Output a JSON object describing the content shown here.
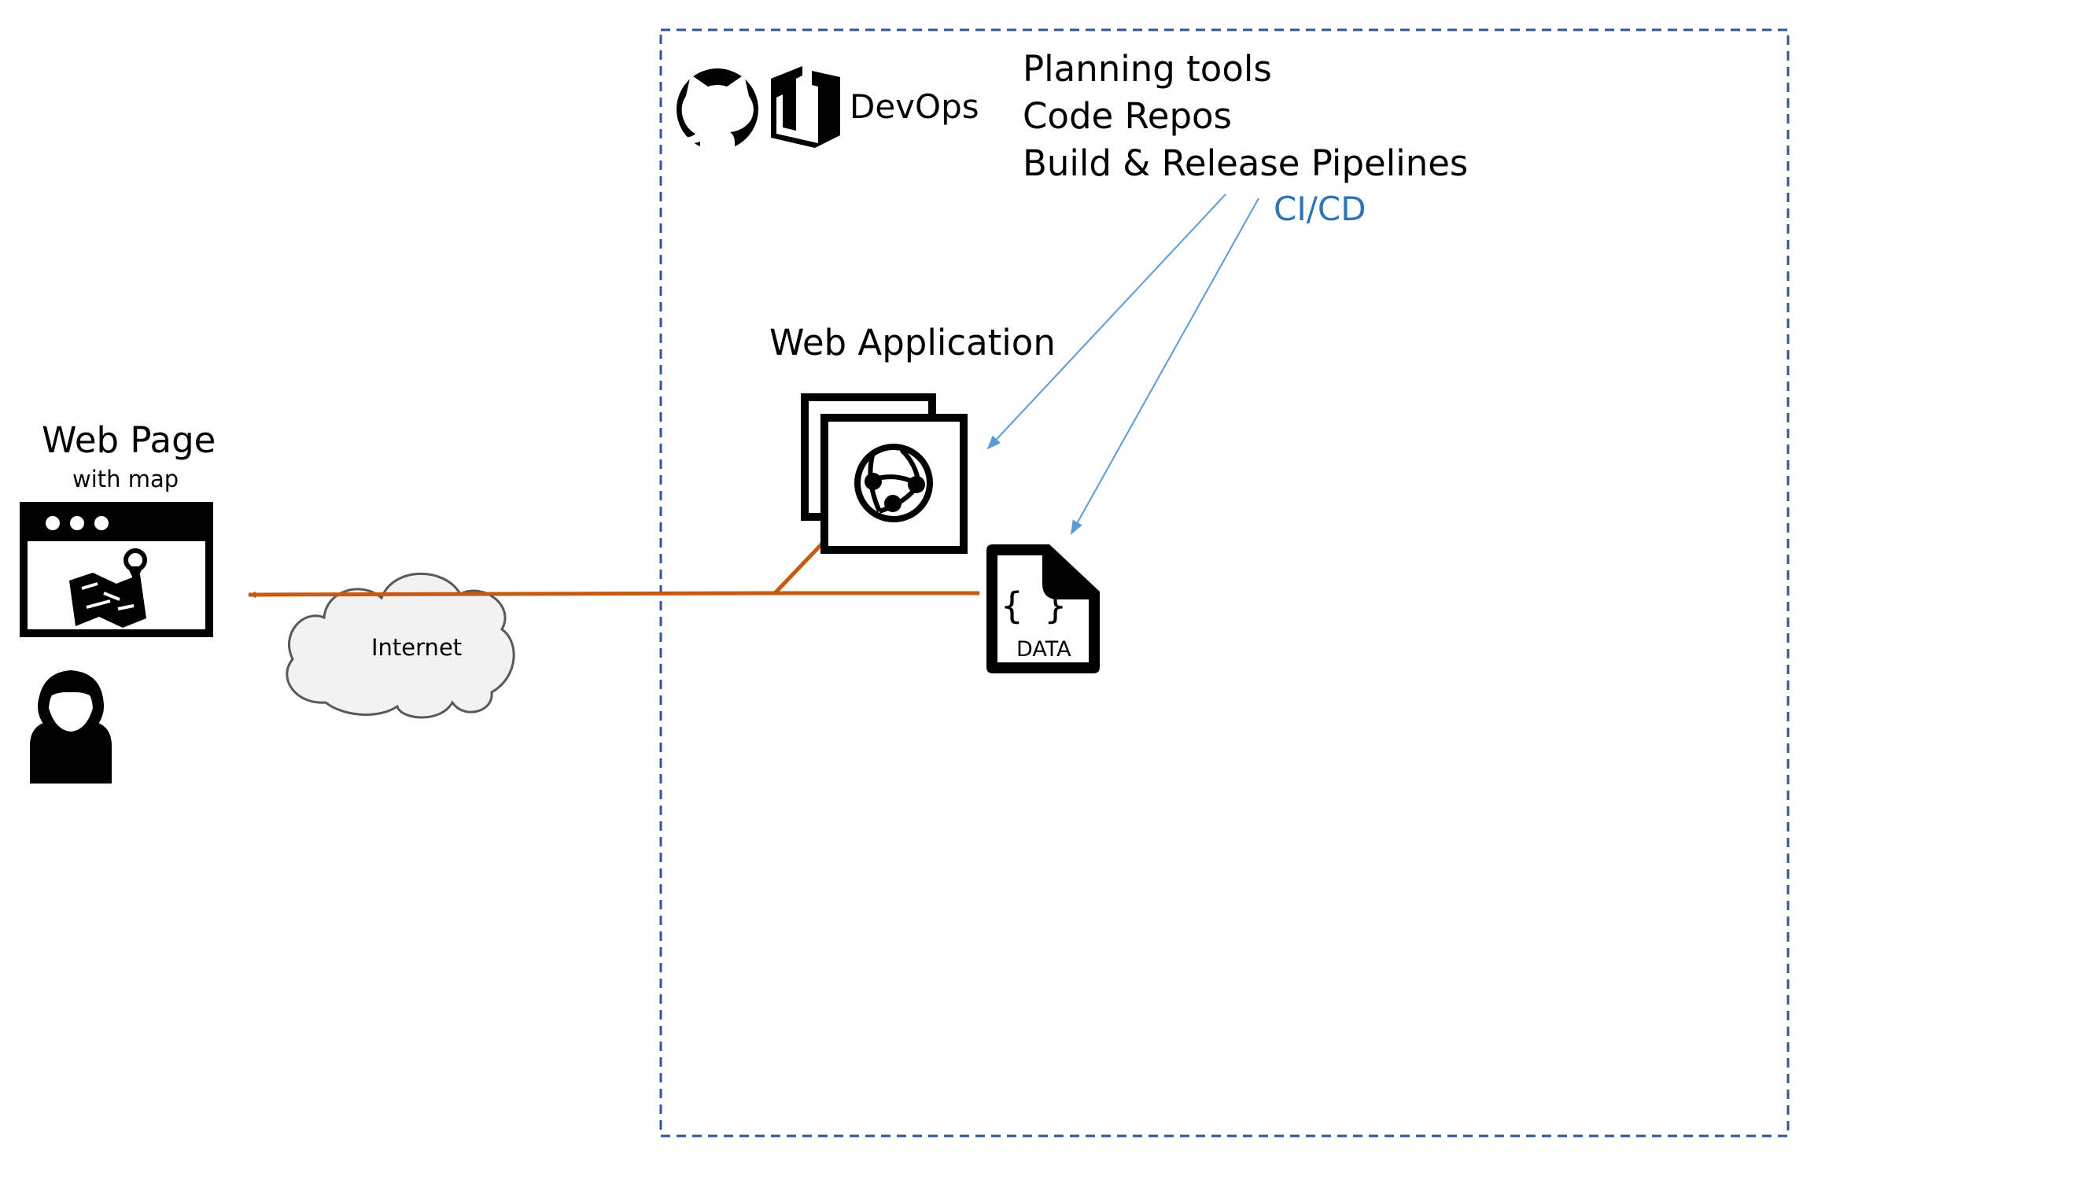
{
  "devops": {
    "label": "DevOps",
    "icons": [
      "github-icon",
      "azure-devops-icon"
    ],
    "items": [
      "Planning tools",
      "Code Repos",
      "Build & Release Pipelines"
    ],
    "cicd_label": "CI/CD"
  },
  "web_app": {
    "title": "Web Application",
    "icon": "app-service-icon"
  },
  "data_file": {
    "label": "DATA",
    "icon": "json-file-icon"
  },
  "web_page": {
    "title": "Web Page",
    "subtitle": "with map",
    "icon": "browser-map-icon"
  },
  "network": {
    "label": "Internet",
    "icon": "cloud-icon"
  },
  "user": {
    "icon": "user-icon"
  },
  "colors": {
    "flow": "#C55A11",
    "cicd": "#5B9BD5",
    "cicd_text": "#2E75B6",
    "boundary": "#2F5597"
  }
}
